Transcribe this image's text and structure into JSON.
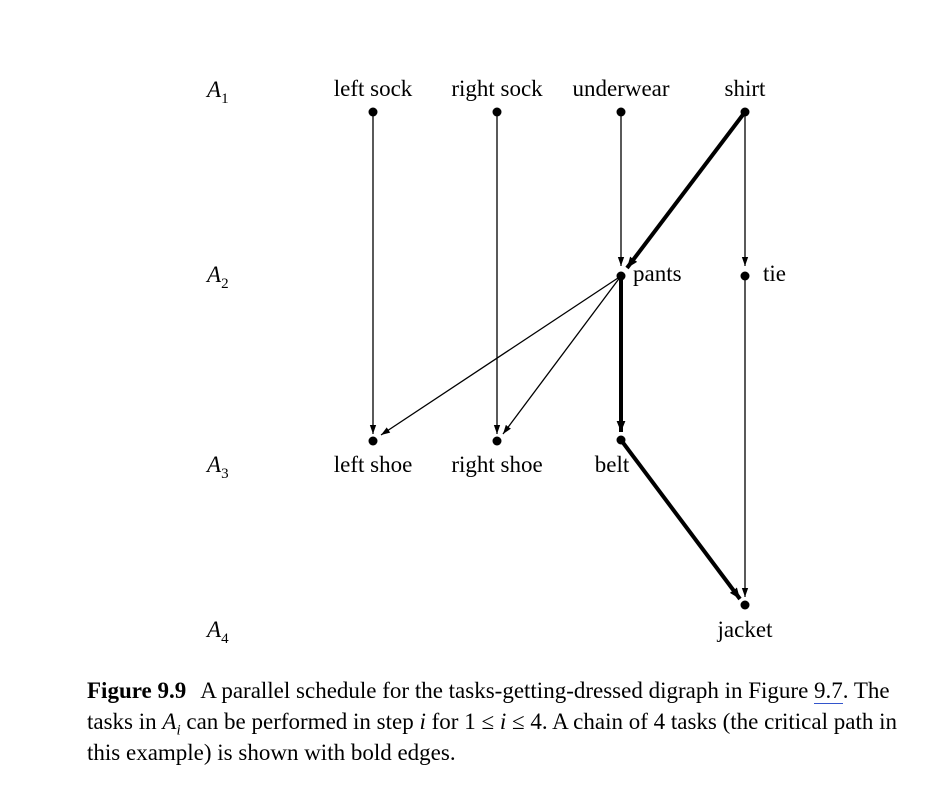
{
  "diagram": {
    "levels": [
      {
        "letter": "A",
        "sub": "1"
      },
      {
        "letter": "A",
        "sub": "2"
      },
      {
        "letter": "A",
        "sub": "3"
      },
      {
        "letter": "A",
        "sub": "4"
      }
    ],
    "nodes": {
      "left_sock": "left sock",
      "right_sock": "right sock",
      "underwear": "underwear",
      "shirt": "shirt",
      "pants": "pants",
      "tie": "tie",
      "left_shoe": "left shoe",
      "right_shoe": "right shoe",
      "belt": "belt",
      "jacket": "jacket"
    },
    "edges": [
      {
        "from": "left sock",
        "to": "left shoe",
        "bold": false
      },
      {
        "from": "right sock",
        "to": "right shoe",
        "bold": false
      },
      {
        "from": "underwear",
        "to": "pants",
        "bold": false
      },
      {
        "from": "shirt",
        "to": "pants",
        "bold": true
      },
      {
        "from": "shirt",
        "to": "tie",
        "bold": false
      },
      {
        "from": "pants",
        "to": "left shoe",
        "bold": false
      },
      {
        "from": "pants",
        "to": "right shoe",
        "bold": false
      },
      {
        "from": "pants",
        "to": "belt",
        "bold": true
      },
      {
        "from": "belt",
        "to": "jacket",
        "bold": true
      },
      {
        "from": "tie",
        "to": "jacket",
        "bold": false
      }
    ]
  },
  "caption": {
    "figure_number": "Figure 9.9",
    "text_1": "A parallel schedule for the tasks-getting-dressed digraph in Figure ",
    "ref": "9.7",
    "text_2": ". The tasks in ",
    "math_var": "A",
    "math_sub": "i",
    "text_3": " can be performed in step ",
    "math_i": "i",
    "text_4": " for 1 ≤ ",
    "math_i2": "i",
    "text_5": " ≤ 4. A chain of 4 tasks (the critical path in this example) is shown with bold edges."
  }
}
